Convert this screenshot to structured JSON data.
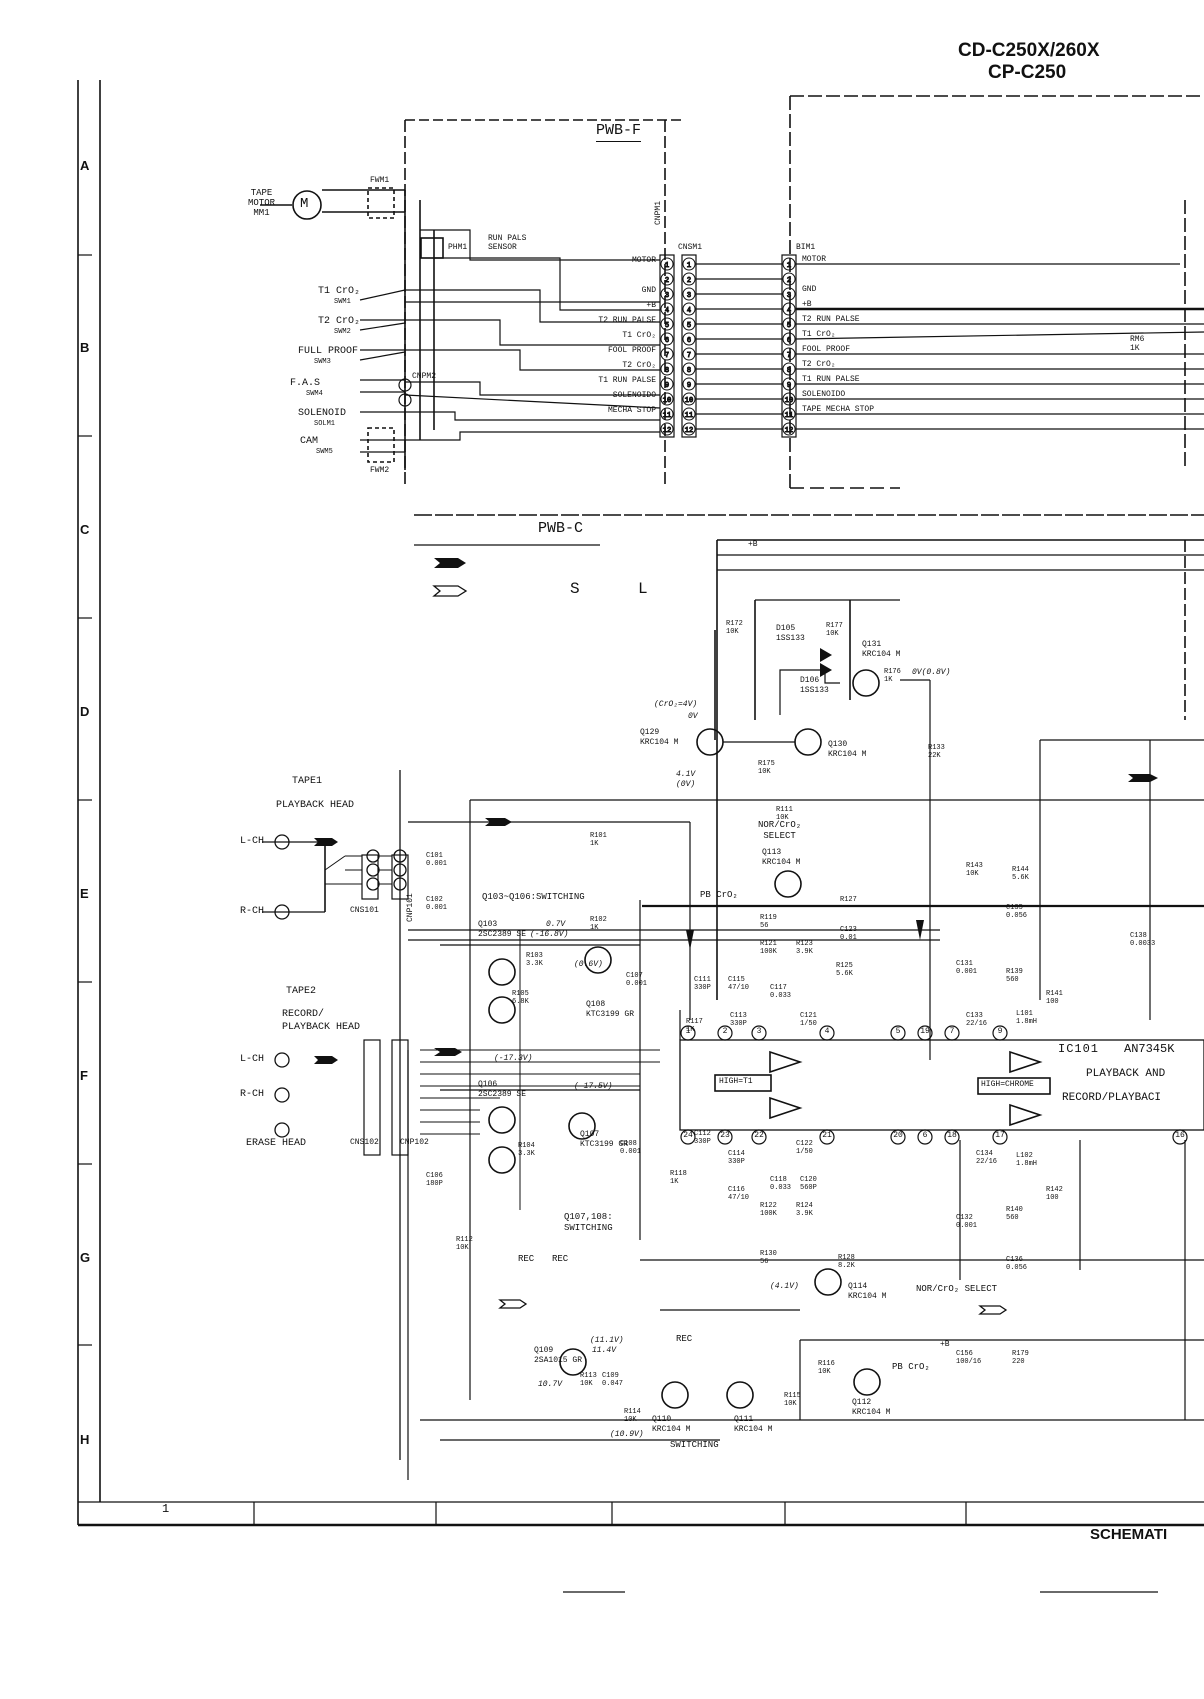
{
  "header": {
    "model_line1": "CD-C250X/260X",
    "model_line2": "CP-C250"
  },
  "footer": {
    "schematic_label": "SCHEMATI",
    "column_number": "1"
  },
  "grid_rows": [
    "A",
    "B",
    "C",
    "D",
    "E",
    "F",
    "G",
    "H"
  ],
  "boards": {
    "pwb_f": "PWB-F",
    "pwb_c": "PWB-C"
  },
  "legend": {
    "filled_arrow_note": "S",
    "open_arrow_note": "L"
  },
  "left_devices": {
    "tape_motor": [
      "TAPE",
      "MOTOR",
      "MM1"
    ],
    "motor_symbol": "M",
    "switches": [
      {
        "name": "T1 CrO₂",
        "ref": "SWM1"
      },
      {
        "name": "T2 CrO₂",
        "ref": "SWM2"
      },
      {
        "name": "FULL PROOF",
        "ref": "SWM3"
      },
      {
        "name": "F.A.S",
        "ref": "SWM4"
      },
      {
        "name": "SOLENOID",
        "ref": "SOLM1"
      },
      {
        "name": "CAM",
        "ref": "SWM5"
      }
    ],
    "fwm1": "FWM1",
    "fwm2": "FWM2",
    "cnpm2": "CNPM2",
    "phm1": "PHM1",
    "run_pals_sensor": [
      "RUN PALS",
      "SENSOR"
    ]
  },
  "connector_cnpm1": {
    "ref": "CNPM1",
    "pins": [
      "MOTOR",
      "",
      "GND",
      "+B",
      "T2 RUN PALSE",
      "T1 CrO₂",
      "FOOL PROOF",
      "T2 CrO₂",
      "T1 RUN PALSE",
      "SOLENOIDO",
      "MECHA STOP",
      ""
    ]
  },
  "connector_cnsm1": {
    "ref": "CNSM1"
  },
  "connector_bim1": {
    "ref": "BIM1",
    "pins": [
      "MOTOR",
      "",
      "GND",
      "+B",
      "T2 RUN PALSE",
      "T1 CrO₂",
      "FOOL PROOF",
      "T2 CrO₂",
      "T1 RUN PALSE",
      "SOLENOIDO",
      "TAPE MECHA STOP",
      ""
    ]
  },
  "pin_numbers": [
    "1",
    "2",
    "3",
    "4",
    "5",
    "6",
    "7",
    "8",
    "9",
    "10",
    "11",
    "12"
  ],
  "rm6": {
    "ref": "RM6",
    "value": "1K"
  },
  "heads": {
    "tape1": "TAPE1",
    "playback_head": "PLAYBACK HEAD",
    "tape2": "TAPE2",
    "rec_play_head": [
      "RECORD/",
      "PLAYBACK HEAD"
    ],
    "erase_head": "ERASE HEAD",
    "lch": "L-CH",
    "rch": "R-CH",
    "cns101": "CNS101",
    "cnp101": "CNP101",
    "cns102": "CNS102",
    "cnp102": "CNP102"
  },
  "transistors": [
    {
      "ref": "Q129",
      "type": "KRC104 M"
    },
    {
      "ref": "Q130",
      "type": "KRC104 M"
    },
    {
      "ref": "Q131",
      "type": "KRC104 M"
    },
    {
      "ref": "Q113",
      "type": "KRC104 M"
    },
    {
      "ref": "Q103",
      "type": "2SC2389 SE"
    },
    {
      "ref": "Q106",
      "type": "2SC2389 SE"
    },
    {
      "ref": "Q107",
      "type": "KTC3199 GR"
    },
    {
      "ref": "Q108",
      "type": "KTC3199 GR"
    },
    {
      "ref": "Q109",
      "type": "2SA1015 GR"
    },
    {
      "ref": "Q110",
      "type": "KRC104 M"
    },
    {
      "ref": "Q111",
      "type": "KRC104 M"
    },
    {
      "ref": "Q112",
      "type": "KRC104 M"
    },
    {
      "ref": "Q114",
      "type": "KRC104 M"
    }
  ],
  "diodes": [
    {
      "ref": "D105",
      "type": "1SS133"
    },
    {
      "ref": "D106",
      "type": "1SS133"
    }
  ],
  "notes": {
    "switching_q103": "Q103~Q106:SWITCHING",
    "switching_q107": [
      "Q107,108:",
      "SWITCHING"
    ],
    "switching_q110": "SWITCHING",
    "nor_cro2_select": [
      "NOR/CrO₂",
      "SELECT"
    ],
    "nor_cro2_select_bottom": "NOR/CrO₂ SELECT",
    "pb_cro2": "PB CrO₂",
    "rec": "REC",
    "plus_b": "+B",
    "high_t1": "HIGH=T1",
    "high_chrome": "HIGH=CHROME"
  },
  "ic": {
    "ref": "IC101",
    "part": "AN7345K",
    "fn1": "PLAYBACK AND",
    "fn2": "RECORD/PLAYBACI",
    "pins_top": [
      "1",
      "2",
      "3",
      "4",
      "5",
      "19",
      "7",
      "9"
    ],
    "pins_bottom": [
      "24",
      "23",
      "22",
      "21",
      "20",
      "6",
      "18",
      "17",
      "16"
    ]
  },
  "components": {
    "r172": [
      "R172",
      "10K"
    ],
    "r177": [
      "R177",
      "10K"
    ],
    "r176": [
      "R176",
      "1K"
    ],
    "r175": [
      "R175",
      "10K"
    ],
    "r111": [
      "R111",
      "10K"
    ],
    "r101": [
      "R101",
      "1K"
    ],
    "r102": [
      "R102",
      "1K"
    ],
    "r103": [
      "R103",
      "3.3K"
    ],
    "r105": [
      "R105",
      "6.8K"
    ],
    "r104": [
      "R104",
      "3.3K"
    ],
    "r112": [
      "R112",
      "10K"
    ],
    "r113": [
      "R113",
      "10K"
    ],
    "r114": [
      "R114",
      "10K"
    ],
    "r115": [
      "R115",
      "10K"
    ],
    "r116": [
      "R116",
      "10K"
    ],
    "r117": [
      "R117",
      "1K"
    ],
    "r118": [
      "R118",
      "1K"
    ],
    "r119": [
      "R119",
      "56"
    ],
    "r121": [
      "R121",
      "100K"
    ],
    "r122": [
      "R122",
      "100K"
    ],
    "r123": [
      "R123",
      "3.9K"
    ],
    "r124": [
      "R124",
      "3.9K"
    ],
    "r125": [
      "R125",
      "5.6K"
    ],
    "r127": [
      "R127",
      ""
    ],
    "r128": [
      "R128",
      "8.2K"
    ],
    "r130": [
      "R130",
      "56"
    ],
    "r133": [
      "R133",
      "22K"
    ],
    "r139": [
      "R139",
      "560"
    ],
    "r140": [
      "R140",
      "560"
    ],
    "r141": [
      "R141",
      "100"
    ],
    "r142": [
      "R142",
      "100"
    ],
    "r143": [
      "R143",
      "10K"
    ],
    "r144": [
      "R144",
      "5.6K"
    ],
    "r179": [
      "R179",
      "220"
    ],
    "c101": [
      "C101",
      "0.001"
    ],
    "c102": [
      "C102",
      "0.001"
    ],
    "c106": [
      "C106",
      "180P"
    ],
    "c107": [
      "C107",
      "0.001"
    ],
    "c108": [
      "C108",
      "0.001"
    ],
    "c109": [
      "C109",
      "0.047"
    ],
    "c111": [
      "C111",
      "330P"
    ],
    "c112": [
      "C112",
      "330P"
    ],
    "c113": [
      "C113",
      "330P"
    ],
    "c114": [
      "C114",
      "330P"
    ],
    "c115": [
      "C115",
      "47/10"
    ],
    "c116": [
      "C116",
      "47/10"
    ],
    "c117": [
      "C117",
      "0.033"
    ],
    "c118": [
      "C118",
      "0.033"
    ],
    "c120": [
      "C120",
      "560P"
    ],
    "c121": [
      "C121",
      "1/50"
    ],
    "c122": [
      "C122",
      "1/50"
    ],
    "c123": [
      "C123",
      "0.01"
    ],
    "c131": [
      "C131",
      "0.001"
    ],
    "c132": [
      "C132",
      "0.001"
    ],
    "c133": [
      "C133",
      "22/16"
    ],
    "c134": [
      "C134",
      "22/16"
    ],
    "c135": [
      "C135",
      "0.056"
    ],
    "c136": [
      "C136",
      "0.056"
    ],
    "c138": [
      "C138",
      "0.0033"
    ],
    "c156": [
      "C156",
      "100/16"
    ],
    "l101": [
      "L101",
      "1.8mH"
    ],
    "l102": [
      "L102",
      "1.8mH"
    ]
  },
  "voltages": {
    "cro2_4v": "(CrO₂=4V)",
    "zero_v": "0V",
    "v_41": "4.1V",
    "v_41p": "(0V)",
    "ov_08v": "0V(0.8V)",
    "v_07": "0.7V",
    "v_168": "(-16.8V)",
    "v_06": "(0.6V)",
    "v_173": "(-17.3V)",
    "v_175": "(-17.5V)",
    "v_113": "(11.1V)",
    "v_114": "11.4V",
    "v_107": "10.7V",
    "v_109": "(10.9V)",
    "v_41b": "(4.1V)"
  }
}
